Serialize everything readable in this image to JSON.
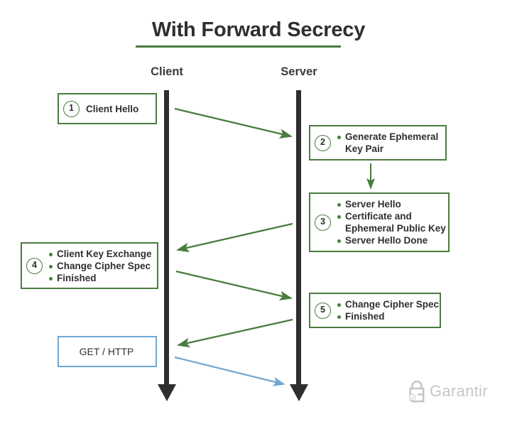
{
  "diagram": {
    "title": "With Forward Secrecy",
    "accent_color": "#4a7c3f",
    "blue_color": "#6fa8d4",
    "lifeline_color": "#2e2e2e",
    "columns": [
      {
        "id": "client",
        "label": "Client"
      },
      {
        "id": "server",
        "label": "Server"
      }
    ],
    "steps": [
      {
        "number": "1",
        "side": "client",
        "style": "green",
        "bulleted": false,
        "lines": [
          "Client Hello"
        ]
      },
      {
        "number": "2",
        "side": "server",
        "style": "green",
        "bulleted": true,
        "lines": [
          "Generate Ephemeral",
          "Key Pair"
        ]
      },
      {
        "number": "3",
        "side": "server",
        "style": "green",
        "bulleted": true,
        "lines": [
          "Server Hello",
          "Certificate and",
          "Ephemeral Public Key",
          "Server Hello Done"
        ]
      },
      {
        "number": "4",
        "side": "client",
        "style": "green",
        "bulleted": true,
        "lines": [
          "Client Key Exchange",
          "Change Cipher Spec",
          "Finished"
        ]
      },
      {
        "number": "5",
        "side": "server",
        "style": "green",
        "bulleted": true,
        "lines": [
          "Change Cipher Spec",
          "Finished"
        ]
      },
      {
        "number": "",
        "side": "client",
        "style": "blue",
        "bulleted": false,
        "lines": [
          "GET / HTTP"
        ]
      }
    ],
    "box1": {
      "line1": "Client Hello"
    },
    "box2": {
      "line1": "Generate Ephemeral",
      "line2": "Key Pair",
      "badge": "2"
    },
    "box3": {
      "line1": "Server Hello",
      "line2": "Certificate and",
      "line3": "Ephemeral Public Key",
      "line4": "Server Hello Done",
      "badge": "3"
    },
    "box4": {
      "line1": "Client Key Exchange",
      "line2": "Change Cipher Spec",
      "line3": "Finished",
      "badge": "4"
    },
    "box5": {
      "line1": "Change Cipher Spec",
      "line2": "Finished",
      "badge": "5"
    },
    "box6": {
      "line1": "GET / HTTP"
    },
    "badges": {
      "one": "1"
    },
    "messages": [
      {
        "id": "m1",
        "from": "client",
        "to": "server",
        "color": "#4a7c3f"
      },
      {
        "id": "m2",
        "from": "server",
        "to": "server",
        "color": "#4a7c3f",
        "note": "internal down arrow"
      },
      {
        "id": "m3",
        "from": "server",
        "to": "client",
        "color": "#4a7c3f"
      },
      {
        "id": "m4",
        "from": "client",
        "to": "server",
        "color": "#4a7c3f"
      },
      {
        "id": "m5",
        "from": "server",
        "to": "client",
        "color": "#4a7c3f"
      },
      {
        "id": "m6",
        "from": "client",
        "to": "server",
        "color": "#6fa8d4"
      }
    ]
  },
  "logo": {
    "text": "Garantir",
    "icon": "padlock-g-icon",
    "color": "#c6c6c6"
  }
}
